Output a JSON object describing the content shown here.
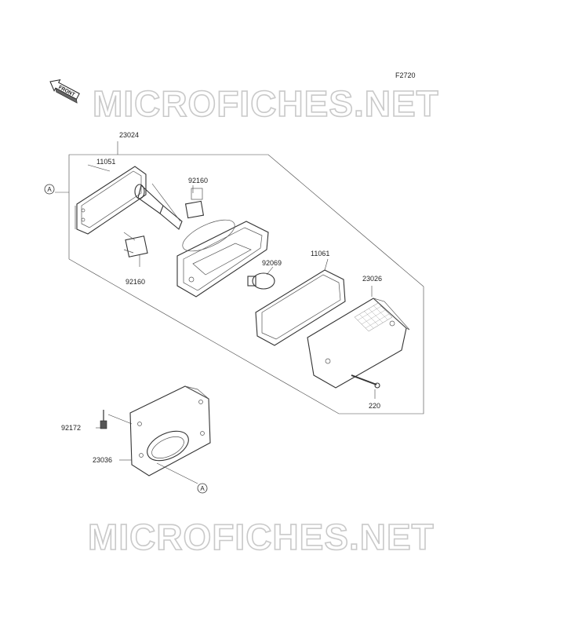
{
  "figure_code": "F2720",
  "front_label": "FRONT",
  "watermark": "MICROFICHES.NET",
  "callout_ref": "A",
  "parts": {
    "assembly": "23024",
    "gasket_rear": "11051",
    "socket_upper": "92160",
    "socket_lower": "92160",
    "bulb": "92069",
    "gasket_lens": "11061",
    "lens": "23026",
    "screw": "220",
    "bolt": "92172",
    "bracket": "23036"
  }
}
